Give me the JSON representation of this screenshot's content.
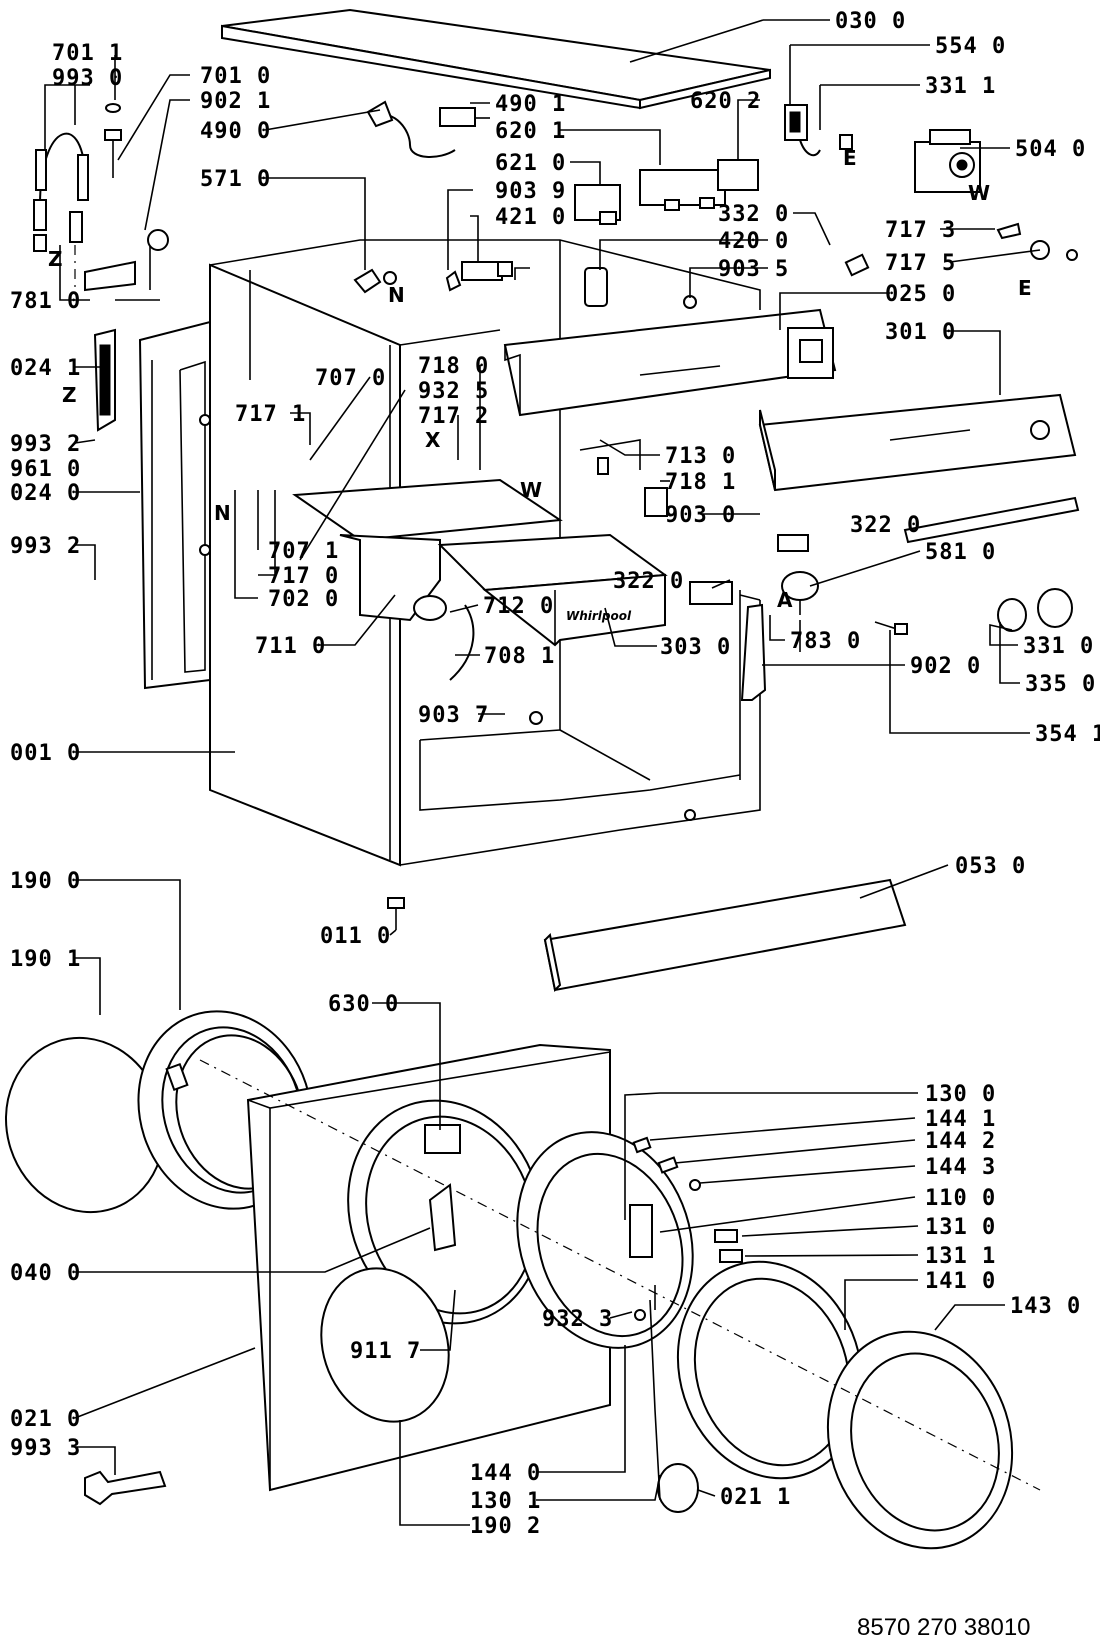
{
  "callouts": [
    {
      "id": "c0300",
      "text": "030 0"
    },
    {
      "id": "c5540",
      "text": "554 0"
    },
    {
      "id": "c3311",
      "text": "331 1"
    },
    {
      "id": "c5040",
      "text": "504 0"
    },
    {
      "id": "c7011",
      "text": "701 1"
    },
    {
      "id": "c9930",
      "text": "993 0"
    },
    {
      "id": "c7010",
      "text": "701 0"
    },
    {
      "id": "c9021",
      "text": "902 1"
    },
    {
      "id": "c4900",
      "text": "490 0"
    },
    {
      "id": "c4901",
      "text": "490 1"
    },
    {
      "id": "c6202",
      "text": "620 2"
    },
    {
      "id": "c6201",
      "text": "620 1"
    },
    {
      "id": "c6210",
      "text": "621 0"
    },
    {
      "id": "c9039",
      "text": "903 9"
    },
    {
      "id": "c4210",
      "text": "421 0"
    },
    {
      "id": "c3320",
      "text": "332 0"
    },
    {
      "id": "c7173",
      "text": "717 3"
    },
    {
      "id": "c7175",
      "text": "717 5"
    },
    {
      "id": "c5710",
      "text": "571 0"
    },
    {
      "id": "c4200",
      "text": "420 0"
    },
    {
      "id": "c9035",
      "text": "903 5"
    },
    {
      "id": "c0250",
      "text": "025 0"
    },
    {
      "id": "c7810",
      "text": "781 0"
    },
    {
      "id": "c3010",
      "text": "301 0"
    },
    {
      "id": "c0241",
      "text": "024 1"
    },
    {
      "id": "c7180",
      "text": "718 0"
    },
    {
      "id": "c7070",
      "text": "707 0"
    },
    {
      "id": "c9325",
      "text": "932 5"
    },
    {
      "id": "c7171",
      "text": "717 1"
    },
    {
      "id": "c7172",
      "text": "717 2"
    },
    {
      "id": "c9932a",
      "text": "993 2"
    },
    {
      "id": "c9610",
      "text": "961 0"
    },
    {
      "id": "c0240",
      "text": "024 0"
    },
    {
      "id": "c7130",
      "text": "713 0"
    },
    {
      "id": "c7181",
      "text": "718 1"
    },
    {
      "id": "c3220a",
      "text": "322 0"
    },
    {
      "id": "c9030",
      "text": "903 0"
    },
    {
      "id": "c9932b",
      "text": "993 2"
    },
    {
      "id": "c7071",
      "text": "707 1"
    },
    {
      "id": "c7170",
      "text": "717 0"
    },
    {
      "id": "c5810",
      "text": "581 0"
    },
    {
      "id": "c7020",
      "text": "702 0"
    },
    {
      "id": "c7120",
      "text": "712 0"
    },
    {
      "id": "c3220b",
      "text": "322 0"
    },
    {
      "id": "c7830",
      "text": "783 0"
    },
    {
      "id": "c3310",
      "text": "331 0"
    },
    {
      "id": "c3030",
      "text": "303 0"
    },
    {
      "id": "c7110",
      "text": "711 0"
    },
    {
      "id": "c7081",
      "text": "708 1"
    },
    {
      "id": "c9020",
      "text": "902 0"
    },
    {
      "id": "c3350",
      "text": "335 0"
    },
    {
      "id": "c9037",
      "text": "903 7"
    },
    {
      "id": "c3541",
      "text": "354 1"
    },
    {
      "id": "c0010",
      "text": "001 0"
    },
    {
      "id": "c0530",
      "text": "053 0"
    },
    {
      "id": "c1900",
      "text": "190 0"
    },
    {
      "id": "c0110",
      "text": "011 0"
    },
    {
      "id": "c1901",
      "text": "190 1"
    },
    {
      "id": "c6300",
      "text": "630 0"
    },
    {
      "id": "c1300",
      "text": "130 0"
    },
    {
      "id": "c1441",
      "text": "144 1"
    },
    {
      "id": "c1442",
      "text": "144 2"
    },
    {
      "id": "c1443",
      "text": "144 3"
    },
    {
      "id": "c1100",
      "text": "110 0"
    },
    {
      "id": "c1310",
      "text": "131 0"
    },
    {
      "id": "c0400",
      "text": "040 0"
    },
    {
      "id": "c1311",
      "text": "131 1"
    },
    {
      "id": "c1410",
      "text": "141 0"
    },
    {
      "id": "c9323",
      "text": "932 3"
    },
    {
      "id": "c1430",
      "text": "143 0"
    },
    {
      "id": "c9117",
      "text": "911 7"
    },
    {
      "id": "c0210",
      "text": "021 0"
    },
    {
      "id": "c9933",
      "text": "993 3"
    },
    {
      "id": "c1440",
      "text": "144 0"
    },
    {
      "id": "c1301",
      "text": "130 1"
    },
    {
      "id": "c0211",
      "text": "021 1"
    },
    {
      "id": "c1902",
      "text": "190 2"
    }
  ],
  "markers": {
    "e1": "E",
    "e2": "E",
    "w1": "W",
    "w2": "W",
    "z1": "Z",
    "z2": "Z",
    "n1": "N",
    "n2": "N",
    "x1": "X",
    "a1": "A"
  },
  "dispenser_brand": "Whirlpool",
  "drawing_number": "8570 270 38010"
}
